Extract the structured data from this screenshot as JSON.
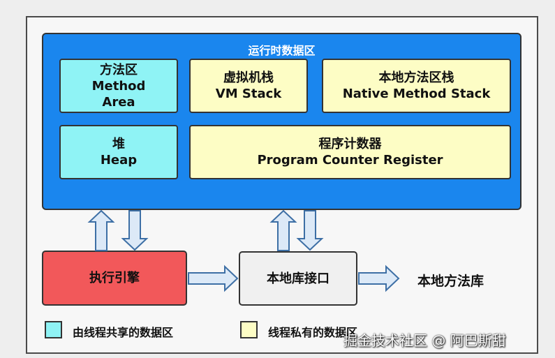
{
  "runtime": {
    "title": "运行时数据区"
  },
  "method_area": {
    "line1": "方法区",
    "line2": "Method",
    "line3": "Area"
  },
  "vm_stack": {
    "line1": "虚拟机栈",
    "line2": "VM Stack"
  },
  "native_stack": {
    "line1": "本地方法区栈",
    "line2": "Native Method Stack"
  },
  "heap": {
    "line1": "堆",
    "line2": "Heap"
  },
  "pc_register": {
    "line1": "程序计数器",
    "line2": "Program Counter Register"
  },
  "execution_engine": {
    "label": "执行引擎"
  },
  "native_interface": {
    "label": "本地库接口"
  },
  "native_library": {
    "label": "本地方法库"
  },
  "legend": {
    "shared": "由线程共享的数据区",
    "private": "线程私有的数据区"
  },
  "watermark": "掘金技术社区 @ 阿巴斯甜",
  "colors": {
    "runtime_bg": "#1a86ee",
    "shared": "#8ff3f5",
    "private": "#fdfdc5",
    "engine": "#f2585a",
    "arrow_fill": "#dce9f7",
    "arrow_stroke": "#3d6fa5"
  }
}
